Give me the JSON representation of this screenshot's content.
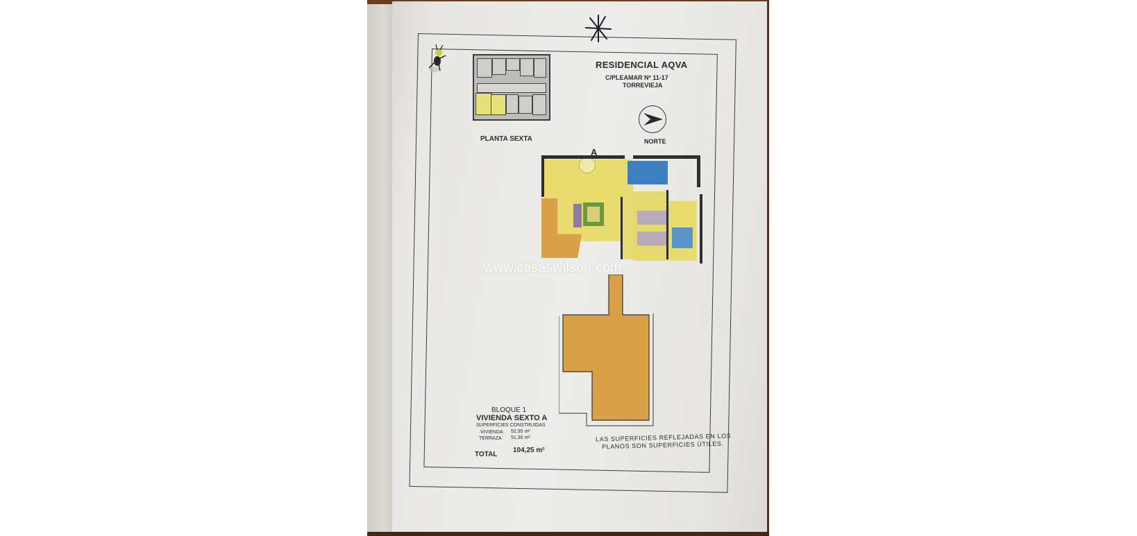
{
  "document": {
    "type": "floor-plan brochure page photo",
    "header": {
      "title": "RESIDENCIAL AQVA",
      "address": "C/PLEAMAR Nº 11-17",
      "city": "TORREVIEJA"
    },
    "key_plan": {
      "label": "PLANTA SEXTA"
    },
    "compass": {
      "label": "NORTE"
    },
    "unit_marker": "A",
    "watermark": "www.casaswilson.com",
    "summary": {
      "block": "BLOQUE 1",
      "unit": "VIVIENDA SEXTO A",
      "heading": "SUPERFICIES CONSTRUIDAS",
      "rows": [
        {
          "label": "VIVIENDA",
          "value": "52,95 m²"
        },
        {
          "label": "TERRAZA",
          "value": "51,30 m²"
        }
      ],
      "total_label": "TOTAL",
      "total_value": "104,25 m²"
    },
    "note": {
      "line1": "LAS SUPERFICIES REFLEJADAS EN LOS",
      "line2": "PLANOS SON SUPERFICIES ÚTILES."
    },
    "colors": {
      "living_areas": "#e8dc6e",
      "bathroom": "#3d7fc0",
      "terrace": "#d9a24a",
      "walls": "#2e2e2e",
      "paper": "#e9e8e5",
      "wood": "#6b3a1f"
    }
  }
}
